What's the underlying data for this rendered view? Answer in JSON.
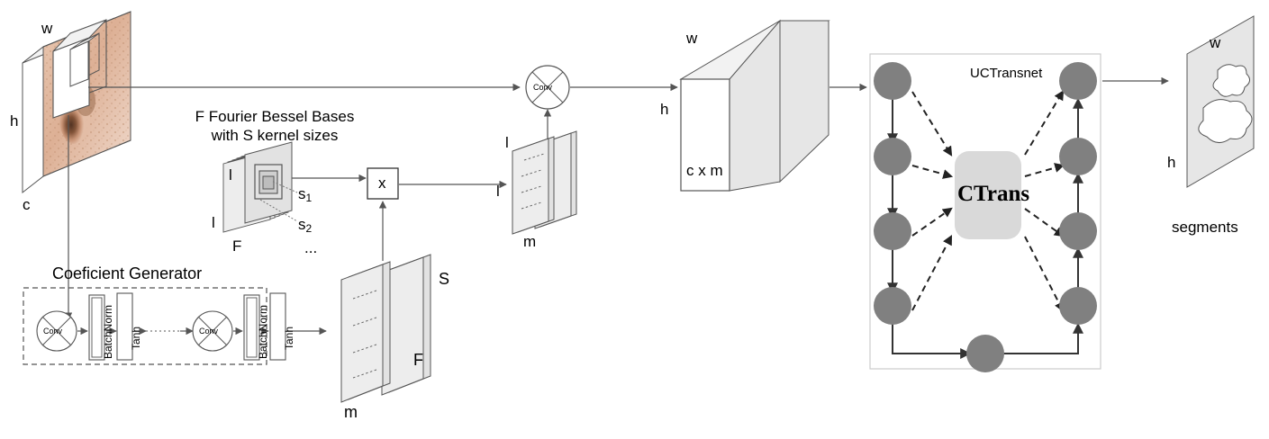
{
  "diagram": {
    "title": "Fourier Bessel basis convolution with UCTransnet segmentation pipeline",
    "colors": {
      "stroke": "#555555",
      "dark_stroke": "#333333",
      "node_gray": "#808080",
      "plane_fill": "#e6e6e6",
      "plane_fill_light": "#f0f0f0",
      "ctrans_fill": "#d9d9d9",
      "white": "#ffffff",
      "skin_light": "#e8c3ab",
      "skin_mid": "#d6a183",
      "skin_dark": "#6b4330"
    },
    "input": {
      "label_w": "w",
      "label_h": "h",
      "label_c": "c"
    },
    "bases": {
      "title_line1": "F Fourier Bessel Bases",
      "title_line2": "with S kernel sizes",
      "label_l_top": "l",
      "label_l_left": "l",
      "label_F": "F",
      "label_s1": "s",
      "label_s1_sub": "1",
      "label_s2": "s",
      "label_s2_sub": "2",
      "label_ellipsis": "..."
    },
    "multiply": {
      "label": "x"
    },
    "weights_out": {
      "label_l_top": "l",
      "label_l_left": "l",
      "label_m": "m"
    },
    "coefficient_generator": {
      "title": "Coeficient Generator",
      "blocks": [
        {
          "name": "conv1",
          "label": "Conv",
          "type": "conv-circle"
        },
        {
          "name": "batchnorm1",
          "label": "BatchNorm",
          "type": "double-box"
        },
        {
          "name": "tanh1",
          "label": "Tanh",
          "type": "box"
        },
        {
          "name": "conv2",
          "label": "Conv",
          "type": "conv-circle"
        },
        {
          "name": "batchnorm2",
          "label": "BatchNorm",
          "type": "double-box"
        },
        {
          "name": "tanh2",
          "label": "Tanh",
          "type": "box"
        }
      ]
    },
    "coefficients": {
      "label_S": "S",
      "label_F": "F",
      "label_m": "m"
    },
    "conv_main": {
      "label": "Conv"
    },
    "feature_cube": {
      "label_w": "w",
      "label_h": "h",
      "label_cm": "c x m"
    },
    "uctransnet": {
      "title": "UCTransnet",
      "ctrans_label": "CTrans",
      "encoder_node_count": 4,
      "decoder_node_count": 4,
      "bottleneck_node_count": 1
    },
    "output": {
      "label_w": "w",
      "label_h": "h",
      "caption": "segments"
    }
  }
}
